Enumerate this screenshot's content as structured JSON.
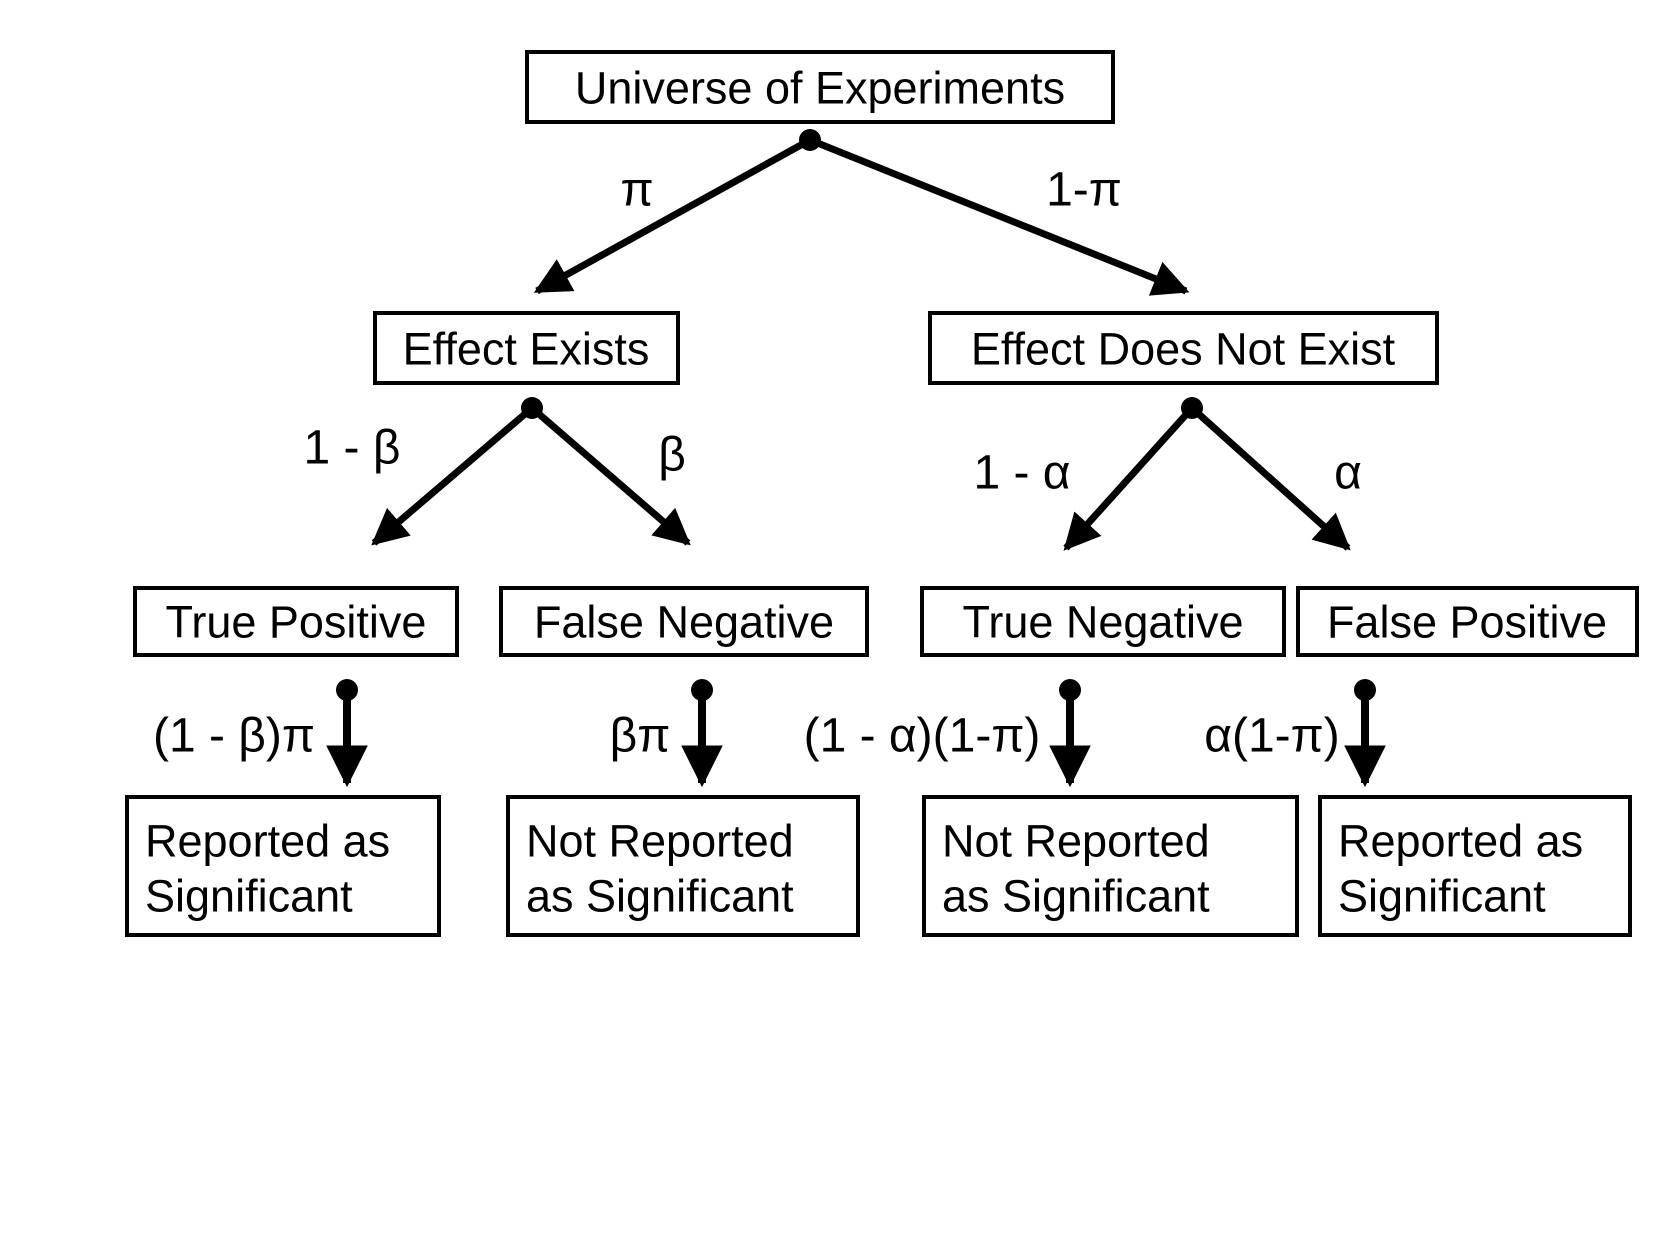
{
  "diagram": {
    "nodes": {
      "universe": "Universe of Experiments",
      "effect_exists": "Effect Exists",
      "effect_not_exist": "Effect Does Not Exist",
      "true_positive": "True Positive",
      "false_negative": "False Negative",
      "true_negative": "True Negative",
      "false_positive": "False Positive",
      "reported_tp": {
        "line1": "Reported as",
        "line2": "Significant"
      },
      "not_reported_fn": {
        "line1": "Not Reported",
        "line2": "as Significant"
      },
      "not_reported_tn": {
        "line1": "Not Reported",
        "line2": "as Significant"
      },
      "reported_fp": {
        "line1": "Reported as",
        "line2": "Significant"
      }
    },
    "edge_labels": {
      "pi": "π",
      "one_minus_pi": "1-π",
      "one_minus_beta": "1 - β",
      "beta": "β",
      "one_minus_alpha": "1 - α",
      "alpha": "α",
      "prob_true_positive": "(1 - β)π",
      "prob_false_negative": "βπ",
      "prob_true_negative": "(1 - α)(1-π)",
      "prob_false_positive": "α(1-π)"
    },
    "colors": {
      "line": "#000000",
      "box_border": "#000000",
      "text": "#000000",
      "background": "#ffffff"
    }
  }
}
